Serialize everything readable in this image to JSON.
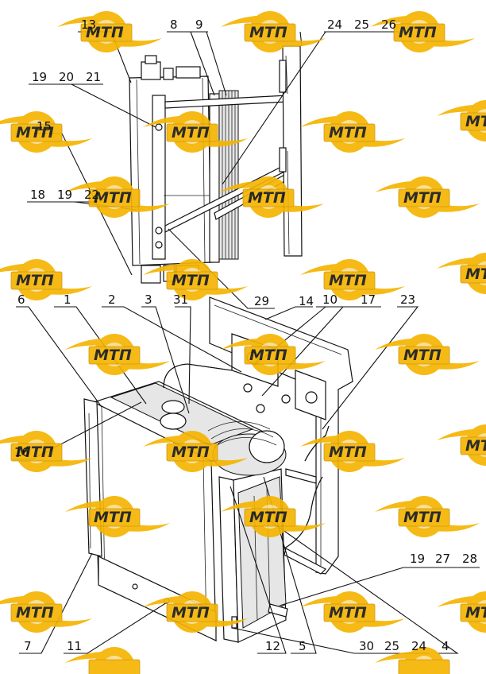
{
  "watermark": {
    "text": "МТП",
    "color": "#F5B400"
  },
  "callouts": [
    {
      "id": "c13",
      "text": "13"
    },
    {
      "id": "c8",
      "text": "8"
    },
    {
      "id": "c9",
      "text": "9"
    },
    {
      "id": "c24a",
      "text": "24"
    },
    {
      "id": "c25a",
      "text": "25"
    },
    {
      "id": "c26",
      "text": "26"
    },
    {
      "id": "c19a",
      "text": "19"
    },
    {
      "id": "c20",
      "text": "20"
    },
    {
      "id": "c21",
      "text": "21"
    },
    {
      "id": "c15",
      "text": "15"
    },
    {
      "id": "c18",
      "text": "18"
    },
    {
      "id": "c19b",
      "text": "19"
    },
    {
      "id": "c22",
      "text": "22"
    },
    {
      "id": "c29",
      "text": "29"
    },
    {
      "id": "c14",
      "text": "14"
    },
    {
      "id": "c6",
      "text": "6"
    },
    {
      "id": "c1",
      "text": "1"
    },
    {
      "id": "c2",
      "text": "2"
    },
    {
      "id": "c3",
      "text": "3"
    },
    {
      "id": "c31",
      "text": "31"
    },
    {
      "id": "c10",
      "text": "10"
    },
    {
      "id": "c17",
      "text": "17"
    },
    {
      "id": "c23",
      "text": "23"
    },
    {
      "id": "c16",
      "text": "16"
    },
    {
      "id": "c19c",
      "text": "19"
    },
    {
      "id": "c27",
      "text": "27"
    },
    {
      "id": "c28",
      "text": "28"
    },
    {
      "id": "c7",
      "text": "7"
    },
    {
      "id": "c11",
      "text": "11"
    },
    {
      "id": "c12",
      "text": "12"
    },
    {
      "id": "c5",
      "text": "5"
    },
    {
      "id": "c30",
      "text": "30"
    },
    {
      "id": "c25b",
      "text": "25"
    },
    {
      "id": "c24b",
      "text": "24"
    },
    {
      "id": "c4",
      "text": "4"
    }
  ]
}
